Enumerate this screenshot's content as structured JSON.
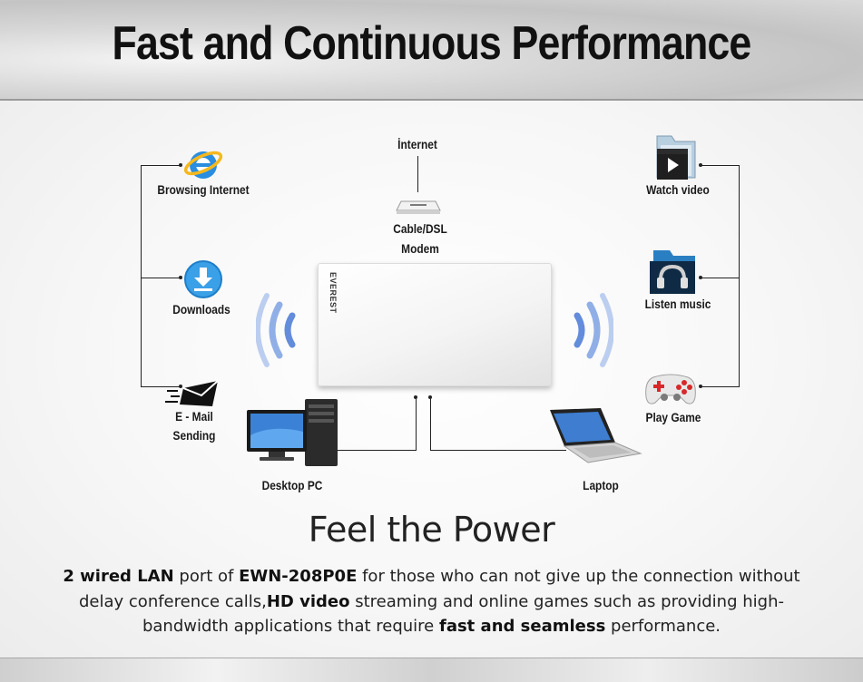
{
  "header": {
    "title": "Fast and Continuous Performance"
  },
  "brand": "EVEREST",
  "left_items": [
    {
      "label": "Browsing Internet",
      "icon": "internet-explorer-icon"
    },
    {
      "label": "Downloads",
      "icon": "download-icon"
    },
    {
      "label_line1": "E - Mail",
      "label_line2": "Sending",
      "icon": "mail-icon"
    }
  ],
  "right_items": [
    {
      "label": "Watch video",
      "icon": "video-folder-icon"
    },
    {
      "label": "Listen music",
      "icon": "music-folder-icon"
    },
    {
      "label": "Play Game",
      "icon": "gamepad-icon"
    }
  ],
  "top": {
    "internet": "İnternet",
    "modem_line1": "Cable/DSL",
    "modem_line2": "Modem"
  },
  "bottom": {
    "desktop": "Desktop PC",
    "laptop": "Laptop"
  },
  "headline": "Feel the Power",
  "description": {
    "b1": "2 wired LAN",
    "t1": " port of ",
    "b2": "EWN-208P0E",
    "t2": " for those who can not give up the connection without delay conference calls,",
    "b3": "HD video",
    "t3": " streaming and online games such as providing high-bandwidth applications that require ",
    "b4": "fast and seamless",
    "t4": " performance."
  },
  "colors": {
    "wifi": "#5b86d9",
    "accent_blue": "#1e88d8"
  }
}
